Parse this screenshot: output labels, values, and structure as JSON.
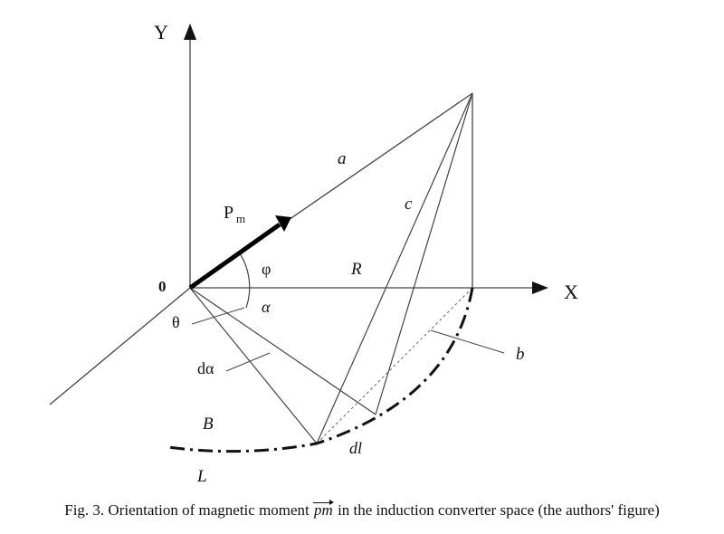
{
  "labels": {
    "y_axis": "Y",
    "x_axis": "X",
    "origin": "0",
    "moment": "P",
    "moment_sub": "m",
    "a": "a",
    "c": "c",
    "R": "R",
    "phi": "φ",
    "alpha": "α",
    "theta": "θ",
    "d_alpha": "dα",
    "b": "b",
    "B": "B",
    "dl": "dl",
    "L": "L"
  },
  "caption": {
    "before": "Fig. 3. Orientation of magnetic moment ",
    "vector": "pm",
    "after": " in the induction converter space (the authors' figure)"
  }
}
